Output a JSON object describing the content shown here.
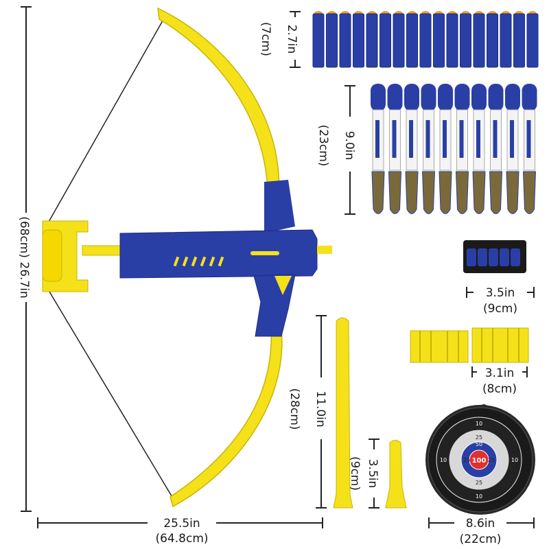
{
  "dimensions": {
    "bow_height": {
      "in": "26.7in",
      "cm": "(68cm)"
    },
    "bow_width": {
      "in": "25.5in",
      "cm": "(64.8cm)"
    },
    "dart_length": {
      "in": "2.7in",
      "cm": "(7cm)"
    },
    "arrow_length": {
      "in": "9.0in",
      "cm": "(23cm)"
    },
    "wristband_width": {
      "in": "3.5in",
      "cm": "(9cm)"
    },
    "clip_width": {
      "in": "3.1in",
      "cm": "(8cm)"
    },
    "long_stick_length": {
      "in": "11.0in",
      "cm": "(28cm)"
    },
    "short_stick_length": {
      "in": "3.5in",
      "cm": "(9cm)"
    },
    "target_diameter": {
      "in": "8.6in",
      "cm": "(22cm)"
    }
  },
  "target": {
    "center": "100",
    "ring_50": "50",
    "ring_25": "25",
    "ring_10": "10"
  },
  "colors": {
    "yellow": "#f5e11a",
    "blue": "#2a3fa6",
    "orange": "#f0a030",
    "black": "#1a1a1a"
  }
}
